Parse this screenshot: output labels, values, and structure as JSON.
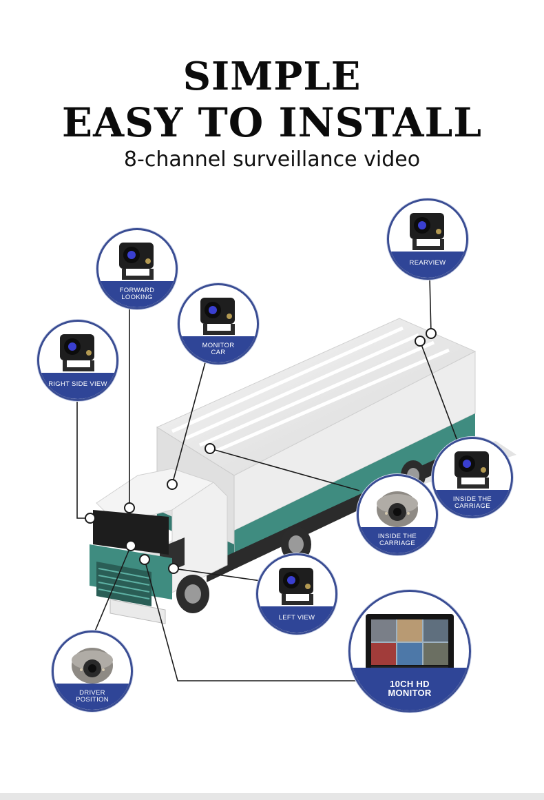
{
  "header": {
    "line1": "SIMPLE",
    "line2": "EASY TO INSTALL",
    "subtitle": "8-channel surveillance video"
  },
  "cameras": {
    "forward": "FORWARD\nLOOKING",
    "monitor_car": "MONITOR\nCAR",
    "right_side": "RIGHT SIDE VIEW",
    "rearview": "REARVIEW",
    "inside_carriage_1": "INSIDE THE\nCARRIAGE",
    "inside_carriage_2": "INSIDE THE\nCARRIAGE",
    "left_view": "LEFT VIEW",
    "driver_position": "DRIVER\nPOSITION"
  },
  "monitor": {
    "label": "10CH HD\nMONITOR"
  },
  "colors": {
    "accent_blue": "#2f4597",
    "truck_teal": "#3f8c80",
    "truck_white": "#f2f2f2",
    "camera_body": "#1e1e1e"
  },
  "icons": [
    "square-camera-icon",
    "dome-camera-icon",
    "monitor-icon",
    "truck-illustration"
  ]
}
